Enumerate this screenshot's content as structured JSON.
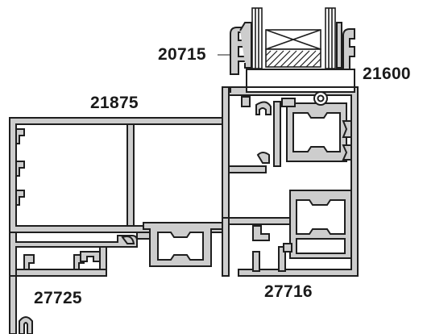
{
  "drawing": {
    "labels": {
      "glazing_bead": "20715",
      "sash_profile": "21600",
      "fixed_frame": "21875",
      "coupling_profile": "27725",
      "base_profile": "27716"
    },
    "colors": {
      "profile_fill": "#cdcdcd",
      "outline": "#1e1e1e",
      "background": "#ffffff"
    }
  }
}
